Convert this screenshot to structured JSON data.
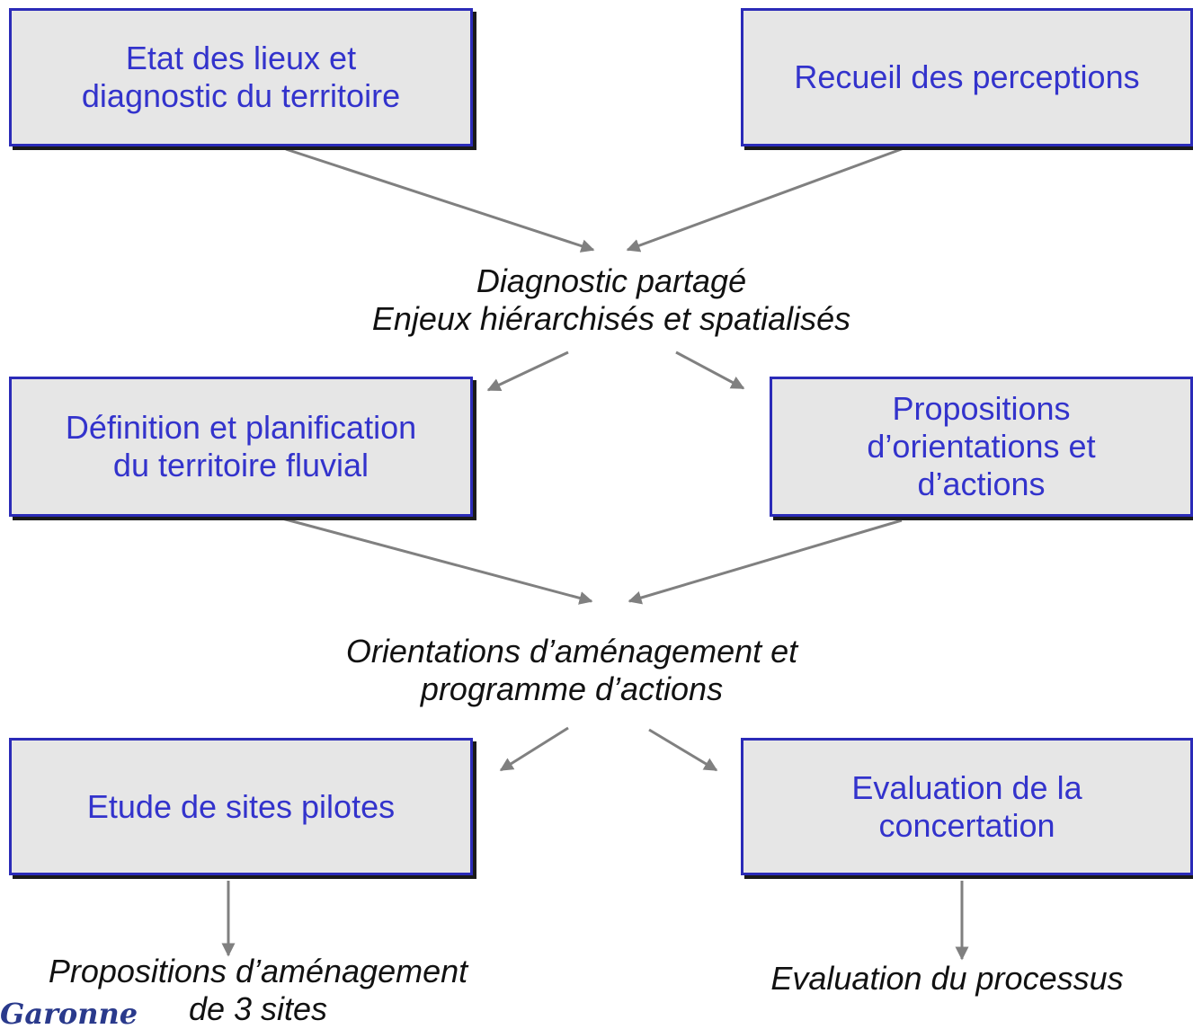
{
  "boxes": {
    "etat_des_lieux": [
      "Etat des lieux et",
      "diagnostic du territoire"
    ],
    "recueil": [
      "Recueil des perceptions"
    ],
    "definition": [
      "Définition et planification",
      "du territoire fluvial"
    ],
    "propositions": [
      "Propositions",
      "d’orientations et",
      "d’actions"
    ],
    "etude_sites": [
      "Etude de sites pilotes"
    ],
    "evaluation_concertation": [
      "Evaluation de la",
      "concertation"
    ]
  },
  "outputs": {
    "diagnostic_partage": [
      "Diagnostic partagé",
      "Enjeux hiérarchisés et spatialisés"
    ],
    "orientations": [
      "Orientations d’aménagement et",
      "programme d’actions"
    ],
    "propositions_amenagement": [
      "Propositions d’aménagement",
      "de 3 sites"
    ],
    "evaluation_processus": [
      "Evaluation du processus"
    ]
  },
  "logo": "Garonne",
  "colors": {
    "box_fill": "#e6e6e6",
    "box_border": "#2b2bb8",
    "box_text": "#3333cc",
    "arrow": "#808080",
    "output_text": "#111111"
  }
}
